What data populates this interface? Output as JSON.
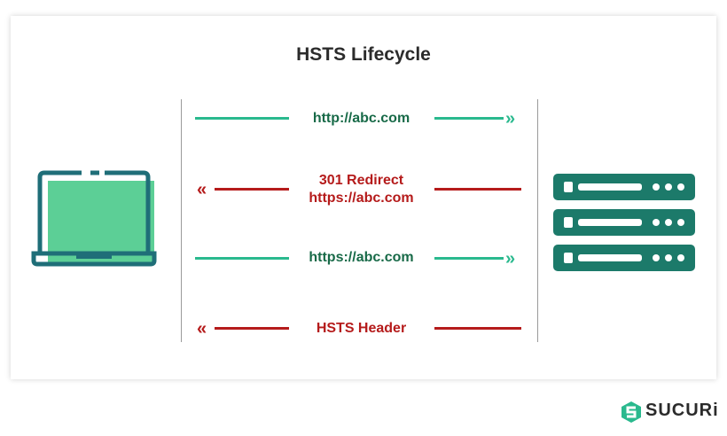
{
  "title": "HSTS Lifecycle",
  "rows": [
    {
      "label_lines": [
        "http://abc.com"
      ],
      "direction": "right",
      "color": "green"
    },
    {
      "label_lines": [
        "301 Redirect",
        "https://abc.com"
      ],
      "direction": "left",
      "color": "red"
    },
    {
      "label_lines": [
        "https://abc.com"
      ],
      "direction": "right",
      "color": "green"
    },
    {
      "label_lines": [
        "HSTS Header"
      ],
      "direction": "left",
      "color": "red"
    }
  ],
  "icons": {
    "client": "laptop-icon",
    "server": "server-rack-icon",
    "brand": "sucuri-logo-icon"
  },
  "colors": {
    "green": "#2ab98e",
    "green_text": "#186a48",
    "red": "#b51b1b",
    "dark_teal": "#1f6e78",
    "laptop_screen": "#5ccf96"
  },
  "brand": {
    "name": "SUCURi"
  }
}
